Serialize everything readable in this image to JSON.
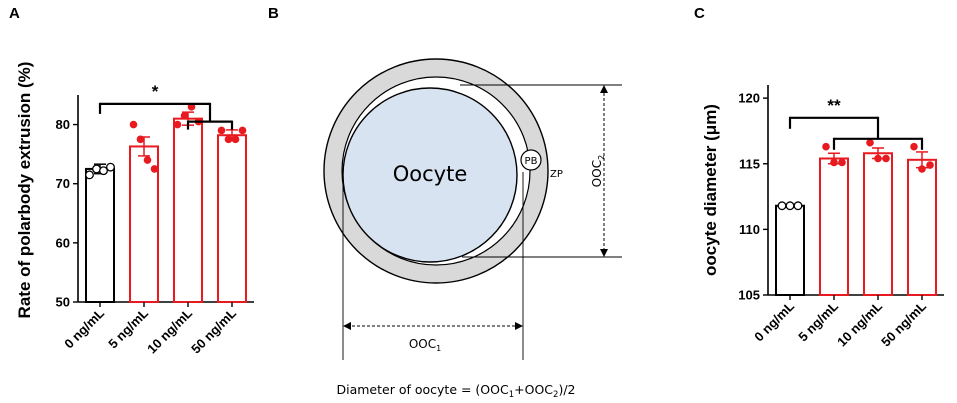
{
  "panels": {
    "a": {
      "letter": "A"
    },
    "b": {
      "letter": "B"
    },
    "c": {
      "letter": "C"
    }
  },
  "colors": {
    "control": "#000000",
    "treated": "#e8191f",
    "zona": "#d9d9d9",
    "oocyte": "#d7e3f0"
  },
  "chart_data": [
    {
      "type": "bar",
      "panel": "A",
      "ylabel": "Rate of polarbody extrusion (%)",
      "ylim": [
        50,
        85
      ],
      "yticks": [
        50,
        60,
        70,
        80
      ],
      "categories": [
        "0 ng/mL",
        "5 ng/mL",
        "10 ng/mL",
        "50 ng/mL"
      ],
      "values": [
        72.5,
        76.3,
        81.0,
        78.2
      ],
      "errors": [
        0.8,
        1.6,
        1.1,
        0.9
      ],
      "points": [
        [
          71.5,
          72.5,
          72.2,
          72.8
        ],
        [
          80.0,
          77.5,
          74.0,
          72.5
        ],
        [
          80.0,
          81.5,
          83.0,
          80.5
        ],
        [
          79.0,
          77.5,
          77.5,
          79.0
        ]
      ],
      "significance": [
        {
          "label": "*",
          "from": 0,
          "to": [
            2,
            3
          ],
          "y": 83.5
        },
        {
          "label": "",
          "from": 2,
          "to": [
            3
          ],
          "y": 80.5
        }
      ]
    },
    {
      "type": "diagram",
      "panel": "B",
      "labels": {
        "oocyte": "Oocyte",
        "pb": "PB",
        "zp": "ZP",
        "ooc1_main": "OOC",
        "ooc1_sub": "1",
        "ooc2_main": "OOC",
        "ooc2_sub": "2",
        "formula_prefix": "Diameter of oocyte = (OOC",
        "formula_sub1": "1",
        "formula_mid": "+OOC",
        "formula_sub2": "2",
        "formula_suffix": ")/2"
      }
    },
    {
      "type": "bar",
      "panel": "C",
      "ylabel": "oocyte diameter (μm)",
      "ylim": [
        105,
        121
      ],
      "yticks": [
        105,
        110,
        115,
        120
      ],
      "categories": [
        "0 ng/mL",
        "5 ng/mL",
        "10 ng/mL",
        "50 ng/mL"
      ],
      "values": [
        111.8,
        115.4,
        115.8,
        115.3
      ],
      "errors": [
        0.1,
        0.4,
        0.4,
        0.6
      ],
      "points": [
        [
          111.8,
          111.8,
          111.8
        ],
        [
          116.3,
          115.1,
          115.1
        ],
        [
          116.6,
          115.4,
          115.4
        ],
        [
          116.3,
          114.6,
          114.9
        ]
      ],
      "significance": [
        {
          "label": "**",
          "from": 0,
          "to": [
            1,
            2,
            3
          ],
          "y": 118.5
        }
      ]
    }
  ]
}
